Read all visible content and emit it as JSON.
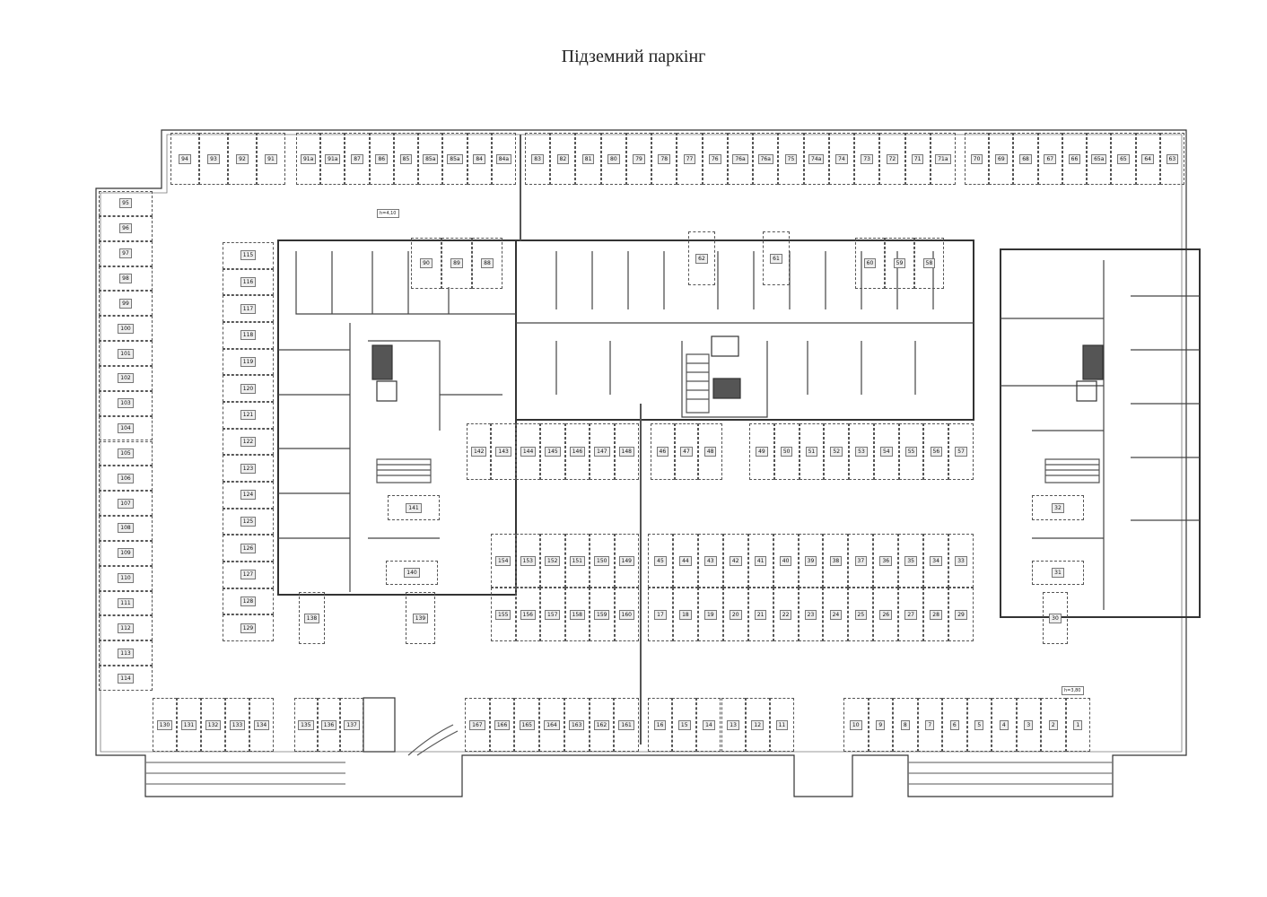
{
  "title": "Підземний паркінг",
  "level_marks": {
    "upper": "h=4,10",
    "lower": "h=3,80"
  },
  "spots": {
    "top_a": [
      "94",
      "93",
      "92",
      "91"
    ],
    "top_b": [
      "91a",
      "91a",
      "87",
      "86",
      "85",
      "85a",
      "85a",
      "84",
      "84a"
    ],
    "top_c": [
      "83",
      "82",
      "81",
      "80",
      "79",
      "78",
      "77",
      "76",
      "76a",
      "76a",
      "75",
      "74a",
      "74",
      "73",
      "72",
      "71",
      "71a"
    ],
    "top_d": [
      "70",
      "69",
      "68",
      "67",
      "66",
      "65a",
      "65",
      "64",
      "63"
    ],
    "left_col": [
      "95",
      "96",
      "97",
      "98",
      "99",
      "100",
      "101",
      "102",
      "103",
      "104",
      "105",
      "106",
      "107",
      "108",
      "109",
      "110",
      "111",
      "112",
      "113",
      "114"
    ],
    "inner_col": [
      "115",
      "116",
      "117",
      "118",
      "119",
      "120",
      "121",
      "122",
      "123",
      "124",
      "125",
      "126",
      "127",
      "128",
      "129"
    ],
    "bottom_a": [
      "130",
      "131",
      "132",
      "133",
      "134"
    ],
    "bottom_b": [
      "135",
      "136",
      "137"
    ],
    "bottom_c": [
      "167",
      "166",
      "165",
      "164",
      "163",
      "162",
      "161"
    ],
    "bottom_d": [
      "16",
      "15",
      "14",
      "13",
      "12",
      "11"
    ],
    "bottom_e": [
      "10",
      "9",
      "8",
      "7",
      "6",
      "5",
      "4",
      "3",
      "2",
      "1"
    ],
    "row1_a": [
      "142",
      "143",
      "144",
      "145",
      "146",
      "147",
      "148"
    ],
    "row1_b": [
      "46",
      "47",
      "48"
    ],
    "row1_c": [
      "49",
      "50",
      "51",
      "52",
      "53",
      "54",
      "55",
      "56",
      "57"
    ],
    "row2_a": [
      "154",
      "153",
      "152",
      "151",
      "150",
      "149"
    ],
    "row2_b": [
      "45",
      "44",
      "43",
      "42",
      "41",
      "40",
      "39",
      "38",
      "37",
      "36",
      "35",
      "34",
      "33"
    ],
    "row3_a": [
      "155",
      "156",
      "157",
      "158",
      "159",
      "160"
    ],
    "row3_b": [
      "17",
      "18",
      "19",
      "20",
      "21",
      "22",
      "23",
      "24",
      "25",
      "26",
      "27",
      "28",
      "29"
    ],
    "core_a": [
      "90",
      "89",
      "88"
    ],
    "core_b": [
      "62"
    ],
    "core_c": [
      "61"
    ],
    "core_d": [
      "60",
      "59",
      "58"
    ],
    "single": [
      "141",
      "140",
      "138",
      "139",
      "32",
      "31",
      "30"
    ]
  }
}
